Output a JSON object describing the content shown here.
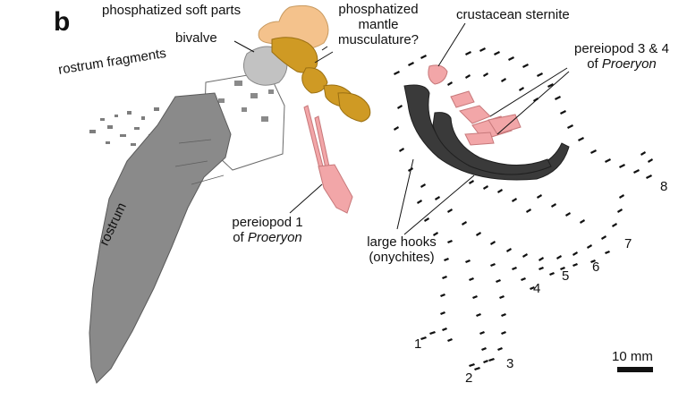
{
  "panel_letter": "b",
  "labels": {
    "soft_parts": "phosphatized soft parts",
    "mantle_l1": "phosphatized",
    "mantle_l2": "mantle",
    "mantle_l3": "musculature?",
    "sternite": "crustacean sternite",
    "pereiopod34_l1": "pereiopod 3 & 4",
    "pereiopod34_of": "of ",
    "pereiopod34_genus": "Proeryon",
    "bivalve": "bivalve",
    "rostrum_fragments": "rostrum fragments",
    "rostrum": "rostrum",
    "pereiopod1_l1": "pereiopod 1",
    "pereiopod1_of": "of ",
    "pereiopod1_genus": "Proeryon",
    "hooks_l1": "large hooks",
    "hooks_l2": "(onychites)"
  },
  "arm_numbers": [
    "1",
    "2",
    "3",
    "4",
    "5",
    "6",
    "7",
    "8"
  ],
  "scale_bar": "10 mm",
  "colors": {
    "rostrum": "#8a8a8a",
    "rostrum_outline": "#5a5a5a",
    "bivalve": "#c2c2c2",
    "soft_parts": "#f4c28c",
    "mantle": "#cf9a24",
    "crustacean": "#f2a6a8",
    "hooks": "#3a3a3a",
    "ink": "#111111"
  }
}
